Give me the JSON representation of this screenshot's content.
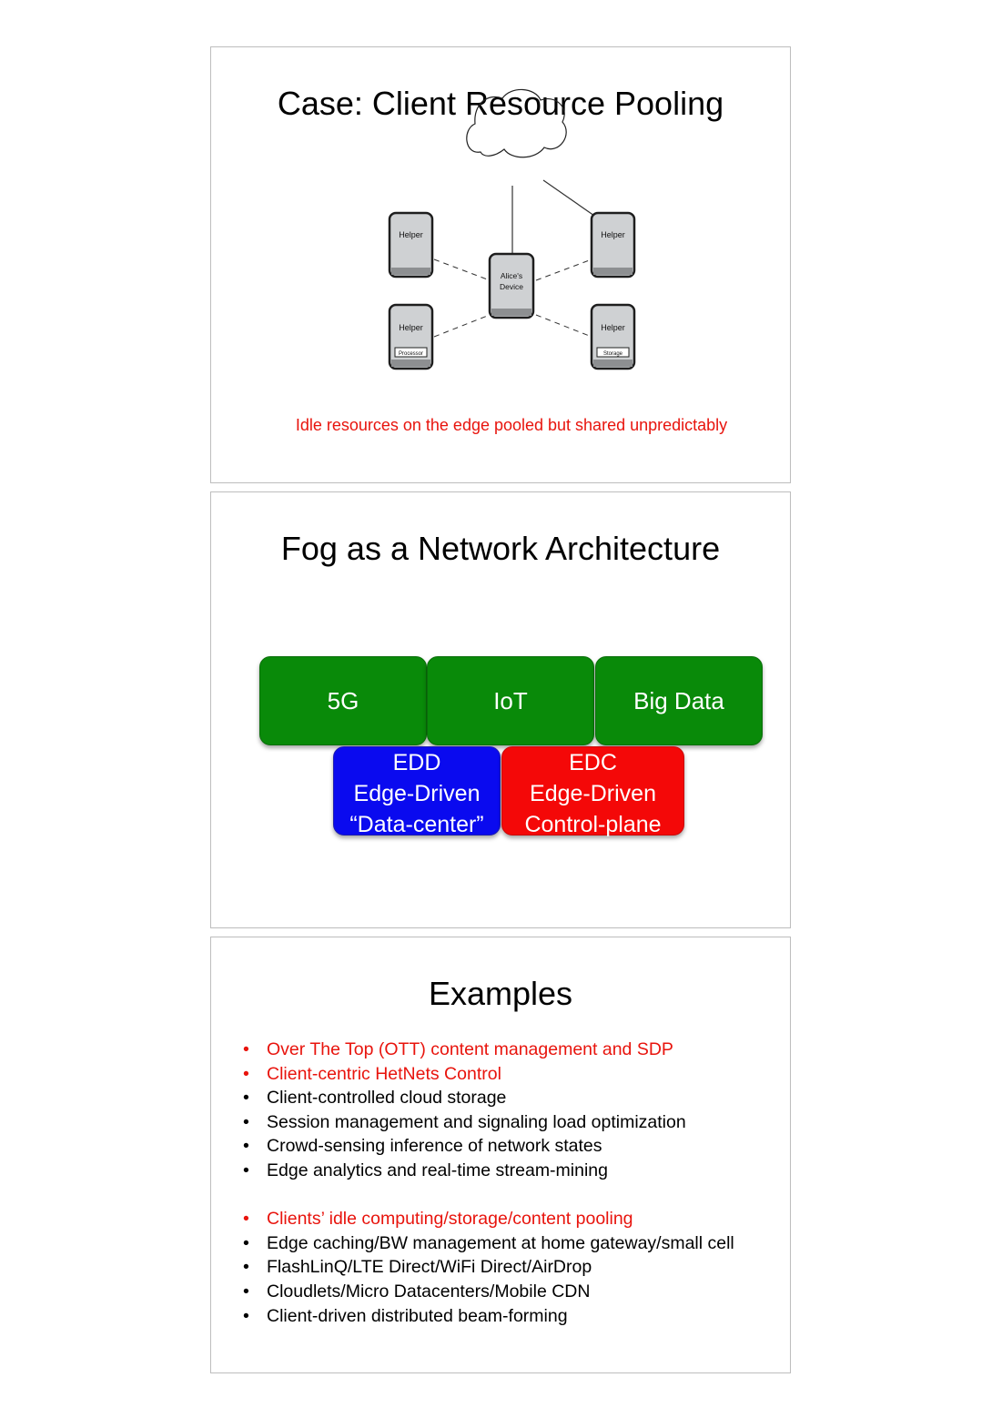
{
  "slides": [
    {
      "title": "Case: Client Resource Pooling",
      "diagram": {
        "helper_label": "Helper",
        "center_label_line1": "Alice's",
        "center_label_line2": "Device",
        "processor_label": "Processor",
        "storage_label": "Storage"
      },
      "caption": "Idle resources on the edge pooled but shared unpredictably"
    },
    {
      "title": "Fog as a Network Architecture",
      "top_boxes": [
        "5G",
        "IoT",
        "Big Data"
      ],
      "edd": {
        "line1": "EDD",
        "line2": "Edge-Driven",
        "line3": "“Data-center”"
      },
      "edc": {
        "line1": "EDC",
        "line2": "Edge-Driven",
        "line3": "Control-plane"
      }
    },
    {
      "title": "Examples",
      "bullets": [
        "Over The Top (OTT) content management and SDP",
        "Client-centric HetNets Control",
        "Client-controlled cloud storage",
        "Session management and signaling load optimization",
        "Crowd-sensing inference of network states",
        "Edge analytics and real-time stream-mining",
        "Clients’ idle computing/storage/content pooling",
        "Edge caching/BW management at home gateway/small cell",
        "FlashLinQ/LTE Direct/WiFi Direct/AirDrop",
        "Cloudlets/Micro Datacenters/Mobile CDN",
        "Client-driven distributed beam-forming"
      ]
    }
  ],
  "colors": {
    "accent_red": "#e8140d",
    "green_box": "#098a09",
    "blue_box": "#0a0aef",
    "red_box": "#f40808"
  }
}
